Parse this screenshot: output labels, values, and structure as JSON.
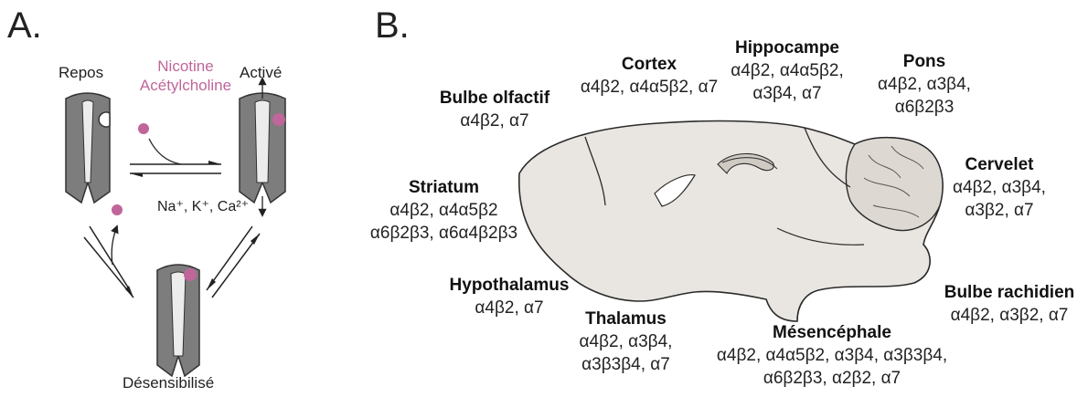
{
  "panelA": {
    "letter": "A.",
    "state_rest": "Repos",
    "state_active": "Activé",
    "state_desensitized": "Désensibilisé",
    "agonist_line1": "Nicotine",
    "agonist_line2": "Acétylcholine",
    "ions": "Na⁺, K⁺, Ca²⁺"
  },
  "panelB": {
    "letter": "B.",
    "regions": [
      {
        "name": "Bulbe olfactif",
        "subunits": "α4β2, α7"
      },
      {
        "name": "Cortex",
        "subunits": "α4β2, α4α5β2, α7"
      },
      {
        "name": "Hippocampe",
        "subunits": "α4β2, α4α5β2,\nα3β4, α7"
      },
      {
        "name": "Pons",
        "subunits": "α4β2, α3β4,\nα6β2β3"
      },
      {
        "name": "Cervelet",
        "subunits": "α4β2, α3β4,\nα3β2, α7"
      },
      {
        "name": "Striatum",
        "subunits": "α4β2, α4α5β2\nα6β2β3, α6α4β2β3"
      },
      {
        "name": "Hypothalamus",
        "subunits": "α4β2, α7"
      },
      {
        "name": "Thalamus",
        "subunits": "α4β2, α3β4,\nα3β3β4, α7"
      },
      {
        "name": "Mésencéphale",
        "subunits": "α4β2, α4α5β2, α3β4, α3β3β4,\nα6β2β3, α2β2, α7"
      },
      {
        "name": "Bulbe rachidien",
        "subunits": "α4β2, α3β2, α7"
      }
    ]
  },
  "colors": {
    "receptor": "#7d7d7d",
    "receptor_inner": "#ececec",
    "ligand": "#c0669a",
    "brain": "#e9e6e1",
    "brain_stroke": "#2a2a2a"
  }
}
